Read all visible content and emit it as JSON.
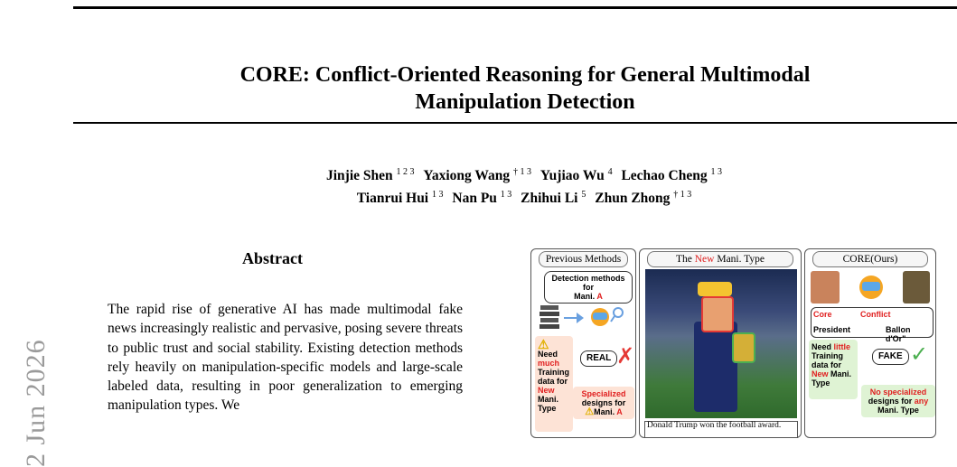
{
  "paper": {
    "title_line1": "CORE: Conflict-Oriented Reasoning for General Multimodal",
    "title_line2": "Manipulation Detection",
    "authors": [
      {
        "name": "Jinjie Shen",
        "aff": "1 2 3"
      },
      {
        "name": "Yaxiong Wang",
        "aff": "† 1 3"
      },
      {
        "name": "Yujiao Wu",
        "aff": "4"
      },
      {
        "name": "Lechao Cheng",
        "aff": "1 3"
      },
      {
        "name": "Tianrui Hui",
        "aff": "1 3"
      },
      {
        "name": "Nan Pu",
        "aff": "1 3"
      },
      {
        "name": "Zhihui Li",
        "aff": "5"
      },
      {
        "name": "Zhun Zhong",
        "aff": "† 1 3"
      }
    ],
    "arxiv_stamp": "2 Jun 2026",
    "abstract_heading": "Abstract",
    "abstract_text": "The rapid rise of generative AI has made multimodal fake news increasingly realistic and pervasive, posing severe threats to public trust and social stability. Existing detection methods rely heavily on manipulation-specific models and large-scale labeled data, resulting in poor generalization to emerging manipulation types. We"
  },
  "figure": {
    "panel1": {
      "header": "Previous Methods",
      "bubble_line1": "Detection methods for",
      "bubble_mani": "Mani.",
      "bubble_a": "A",
      "need_left": {
        "need": "Need",
        "much": "much",
        "training": "Training",
        "data_for": "data for",
        "new": "New",
        "mani": "Mani.",
        "type": "Type"
      },
      "real_label": "REAL",
      "specialized": {
        "line1": "Specialized",
        "line2": "designs for",
        "mani": "Mani.",
        "a": "A"
      }
    },
    "panel2": {
      "header_pre": "The",
      "header_new": "New",
      "header_post": "Mani. Type",
      "caption": "Donald Trump won the football award."
    },
    "panel3": {
      "header": "CORE(Ours)",
      "core_label": "Core",
      "conflict_label": "Conflict",
      "president": "President",
      "ballon": "Ballon d'Or\"",
      "need": {
        "need": "Need",
        "little": "little",
        "training": "Training",
        "data_for": "data for",
        "new": "New",
        "mani": "Mani.",
        "type": "Type"
      },
      "fake_label": "FAKE",
      "no_spec": {
        "line1": "No specialized",
        "line2": "designs for",
        "any": "any",
        "mani": "Mani. Type"
      }
    },
    "colors": {
      "red": "#e02020",
      "pink": "#fde3d6",
      "green": "#dff3d4",
      "check": "#4caf50",
      "cross": "#e53935"
    }
  }
}
